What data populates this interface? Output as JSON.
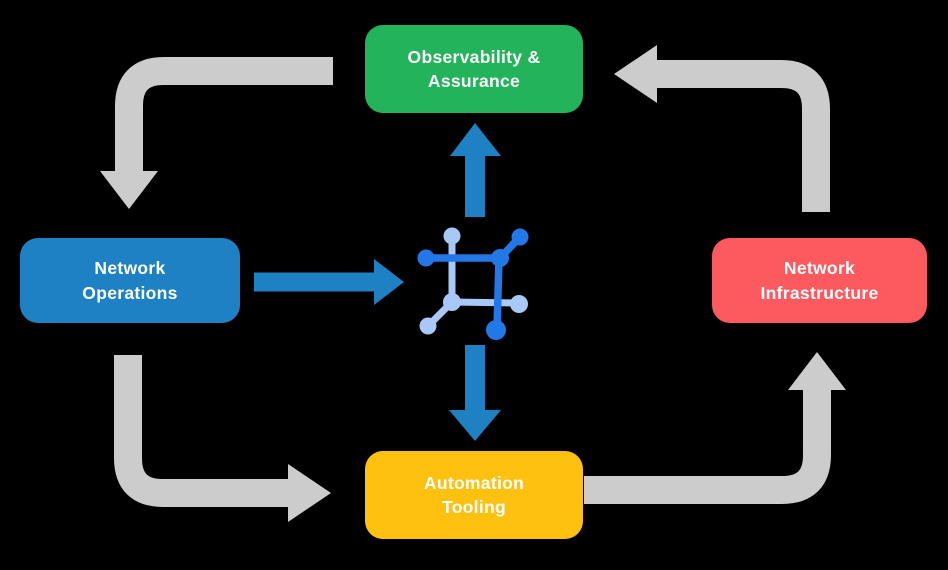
{
  "diagram": {
    "background_color": "#000000",
    "text_color": "#FFFFFF",
    "nodes": {
      "observability": {
        "label": "Observability &\nAssurance",
        "color": "#22B35B"
      },
      "operations": {
        "label": "Network\nOperations",
        "color": "#1E81C4"
      },
      "infrastructure": {
        "label": "Network\nInfrastructure",
        "color": "#FC5A5F"
      },
      "automation": {
        "label": "Automation\nTooling",
        "color": "#FFC110"
      }
    },
    "cycle_arrows": {
      "color": "#CCCCCC",
      "connections": [
        {
          "from": "observability",
          "to": "operations"
        },
        {
          "from": "operations",
          "to": "automation"
        },
        {
          "from": "automation",
          "to": "infrastructure"
        },
        {
          "from": "infrastructure",
          "to": "observability"
        }
      ]
    },
    "hub_arrows": {
      "color": "#1E81C4",
      "connections": [
        {
          "from": "operations",
          "to": "hub"
        },
        {
          "from": "hub",
          "to": "observability"
        },
        {
          "from": "hub",
          "to": "automation"
        }
      ]
    },
    "center_icon": {
      "name": "network-hub-icon",
      "primary_color": "#2378E7",
      "secondary_color": "#A8C8F5"
    }
  }
}
